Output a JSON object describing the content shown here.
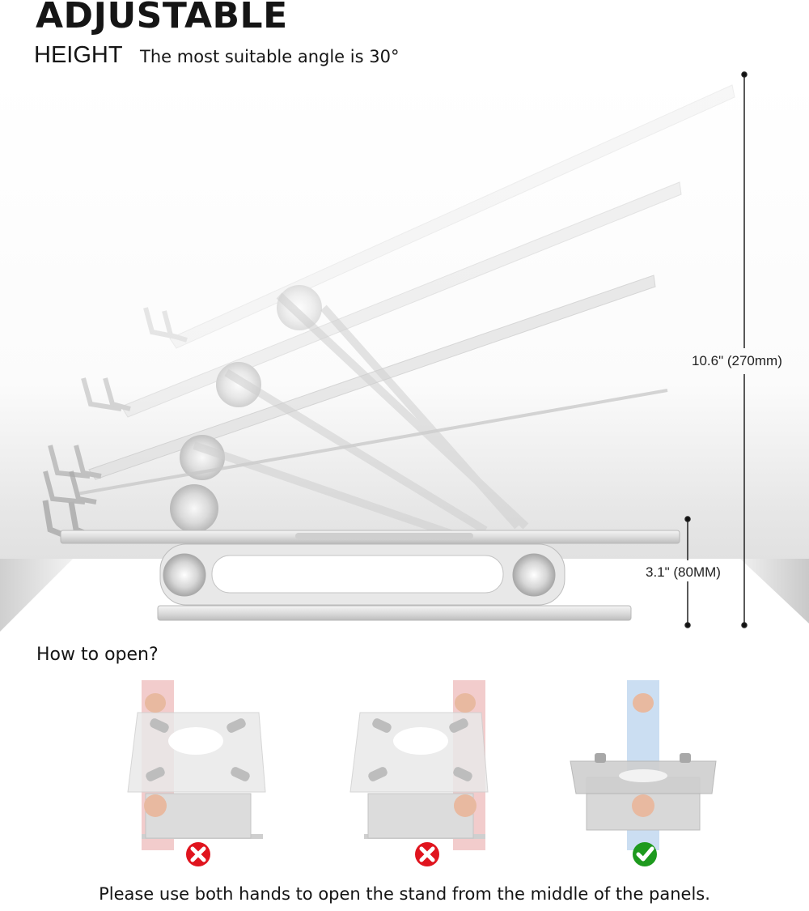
{
  "header": {
    "title": "ADJUSTABLE",
    "subtitle": "HEIGHT",
    "angle_note": "The most suitable angle is 30°"
  },
  "dimensions": {
    "max_height_label": "10.6\" (270mm)",
    "min_height_label": "3.1\" (80MM)"
  },
  "instructions": {
    "heading": "How to open?",
    "steps": [
      {
        "grip": "left edge (top and bottom)",
        "highlight_color": "#e8a3a3",
        "result": "incorrect",
        "result_icon": "cross-icon",
        "result_color": "#e0141e"
      },
      {
        "grip": "right edge (top and bottom)",
        "highlight_color": "#e8a3a3",
        "result": "incorrect",
        "result_icon": "cross-icon",
        "result_color": "#e0141e"
      },
      {
        "grip": "middle of panels (top and bottom)",
        "highlight_color": "#a9c8ea",
        "result": "correct",
        "result_icon": "check-icon",
        "result_color": "#1e9a1e"
      }
    ],
    "footer": "Please use both hands to open the stand from the middle of the panels."
  }
}
